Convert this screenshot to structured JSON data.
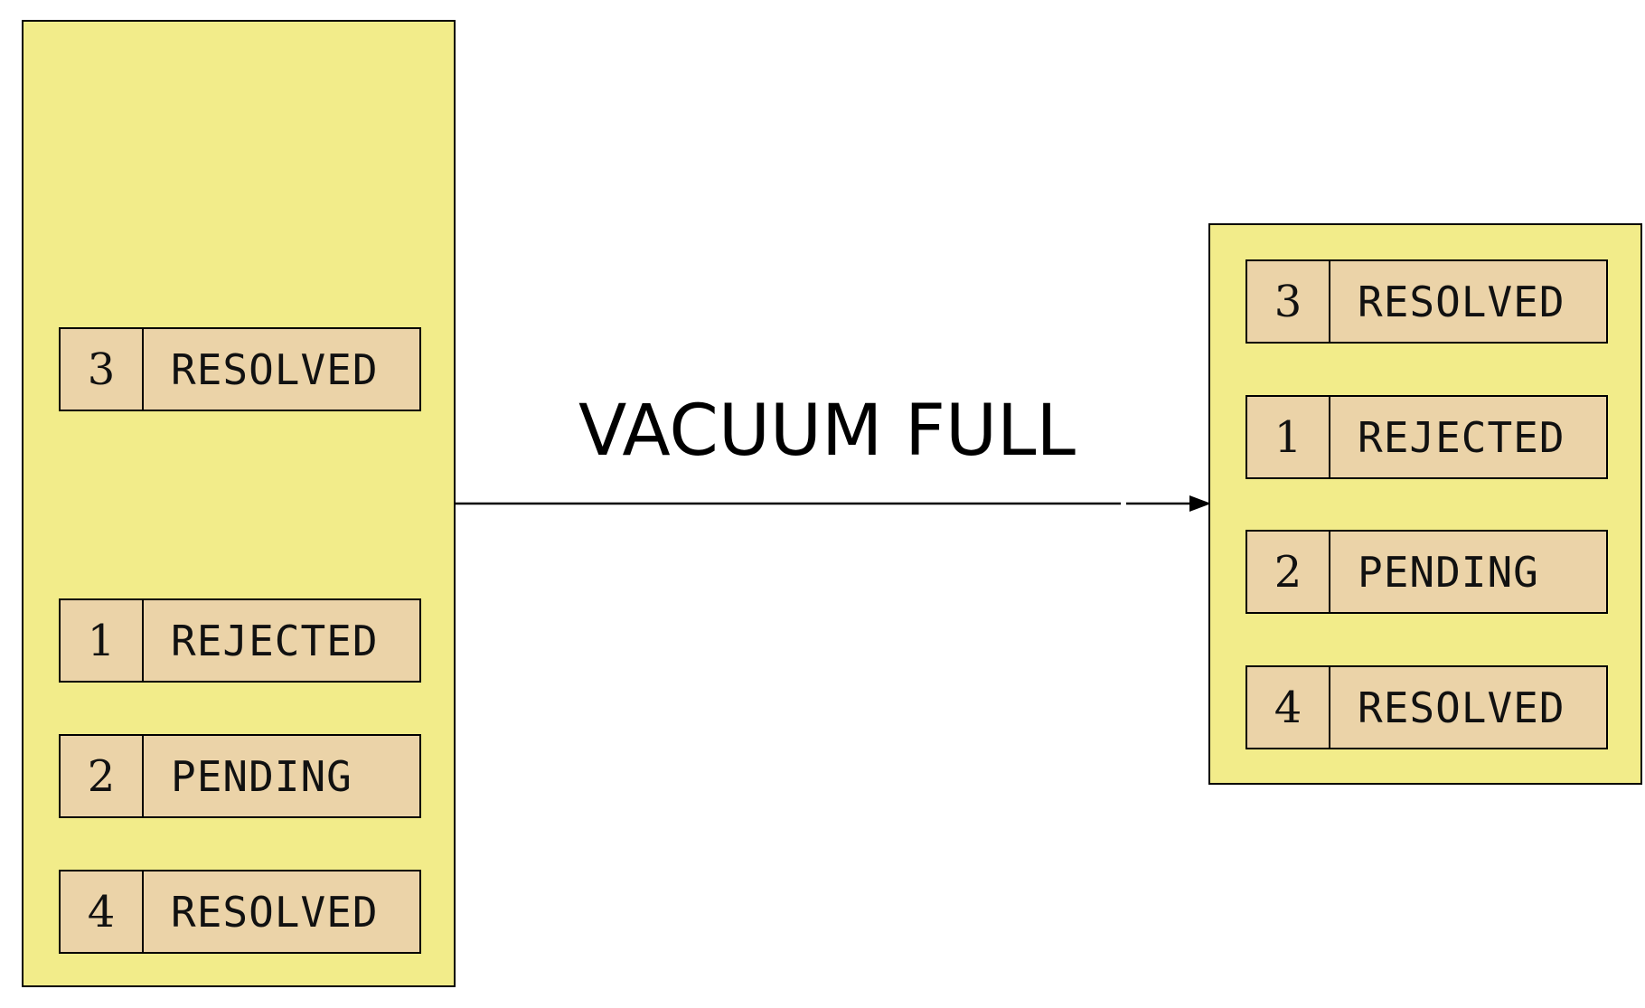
{
  "operation": {
    "label": "VACUUM FULL"
  },
  "before_table": {
    "rows": [
      {
        "id": "3",
        "status": "RESOLVED"
      },
      {
        "id": "1",
        "status": "REJECTED"
      },
      {
        "id": "2",
        "status": "PENDING"
      },
      {
        "id": "4",
        "status": "RESOLVED"
      }
    ]
  },
  "after_table": {
    "rows": [
      {
        "id": "3",
        "status": "RESOLVED"
      },
      {
        "id": "1",
        "status": "REJECTED"
      },
      {
        "id": "2",
        "status": "PENDING"
      },
      {
        "id": "4",
        "status": "RESOLVED"
      }
    ]
  },
  "colors": {
    "table_fill": "#f2ec8a",
    "row_fill": "#ebd3a8",
    "stroke": "#000000"
  }
}
